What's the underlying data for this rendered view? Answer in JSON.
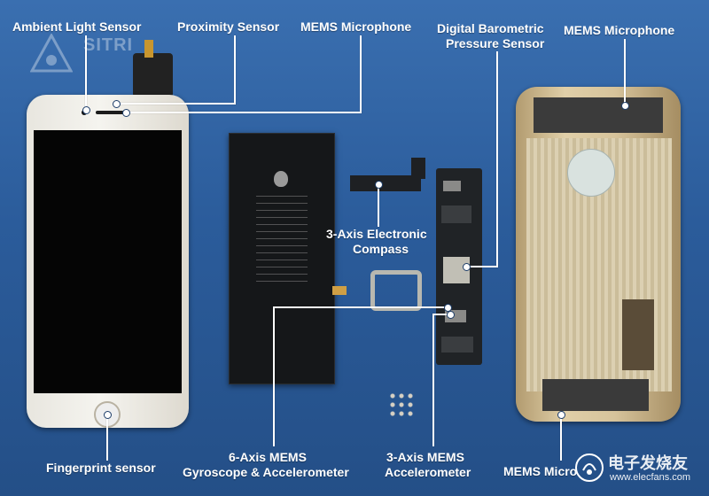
{
  "labels": {
    "ambient_light_sensor": "Ambient Light Sensor",
    "proximity_sensor": "Proximity Sensor",
    "mems_microphone_top": "MEMS Microphone",
    "digital_barometric_pressure_sensor": [
      "Digital Barometric",
      "Pressure Sensor"
    ],
    "mems_microphone_top_right": "MEMS Microphone",
    "three_axis_electronic_compass": [
      "3-Axis Electronic",
      "Compass"
    ],
    "fingerprint_sensor": "Fingerprint sensor",
    "six_axis_mems": [
      "6-Axis MEMS",
      "Gyroscope & Accelerometer"
    ],
    "three_axis_mems_accelerometer": [
      "3-Axis MEMS",
      "Accelerometer"
    ],
    "mems_microphone_bottom_right": "MEMS Micro"
  },
  "watermarks": {
    "top_left": "SITRI",
    "bottom_right_cn": "电子发烧友",
    "bottom_right_url": "www.elecfans.com"
  },
  "colors": {
    "background": "#2f5f9e",
    "callout_line": "#ffffff",
    "label_text": "#ffffff"
  }
}
